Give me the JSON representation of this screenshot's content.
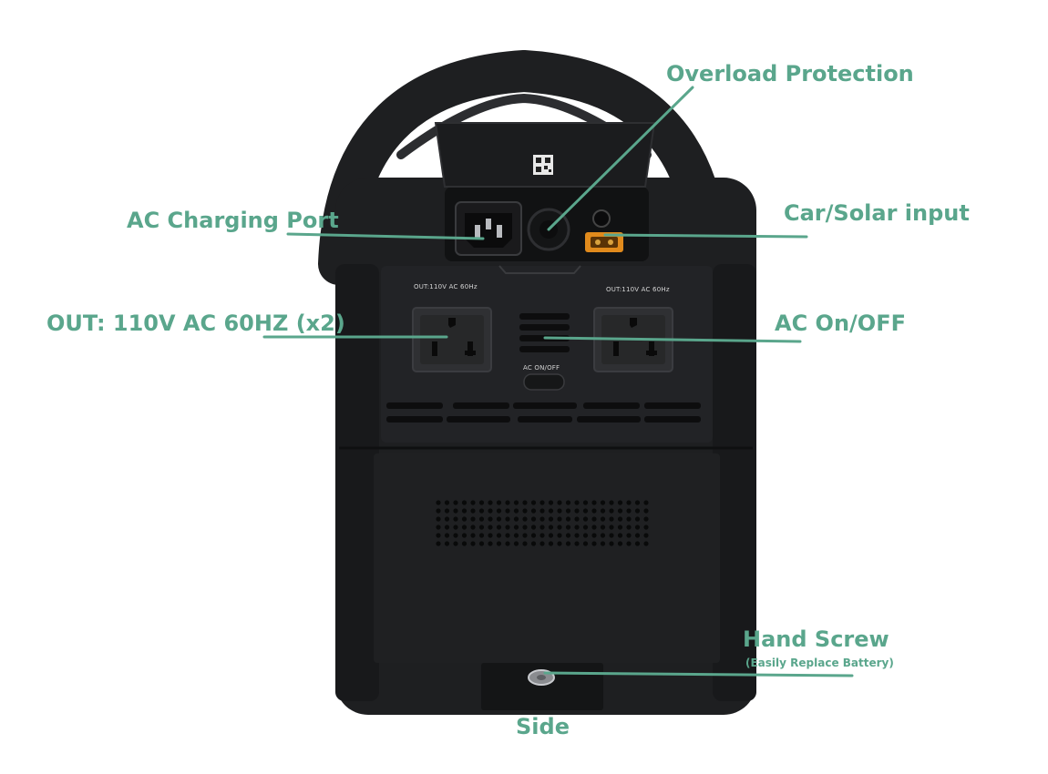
{
  "colors": {
    "accent": "#5aa68c",
    "device_body": "#1e1f21",
    "device_dark": "#111213",
    "device_panel": "#2a2b2e",
    "xt60_port": "#e08a1c"
  },
  "callouts": {
    "overload_protection": "Overload Protection",
    "ac_charging_port": "AC Charging Port",
    "car_solar_input": "Car/Solar input",
    "out_ac": "OUT: 110V AC 60HZ (x2)",
    "ac_on_off": "AC On/OFF",
    "hand_screw": "Hand Screw",
    "hand_screw_note": "(Easily Replace Battery)",
    "side": "Side"
  },
  "device_labels": {
    "outlet_left": "OUT:110V AC 60Hz",
    "outlet_right": "OUT:110V AC 60Hz",
    "ac_switch": "AC ON/OFF"
  }
}
